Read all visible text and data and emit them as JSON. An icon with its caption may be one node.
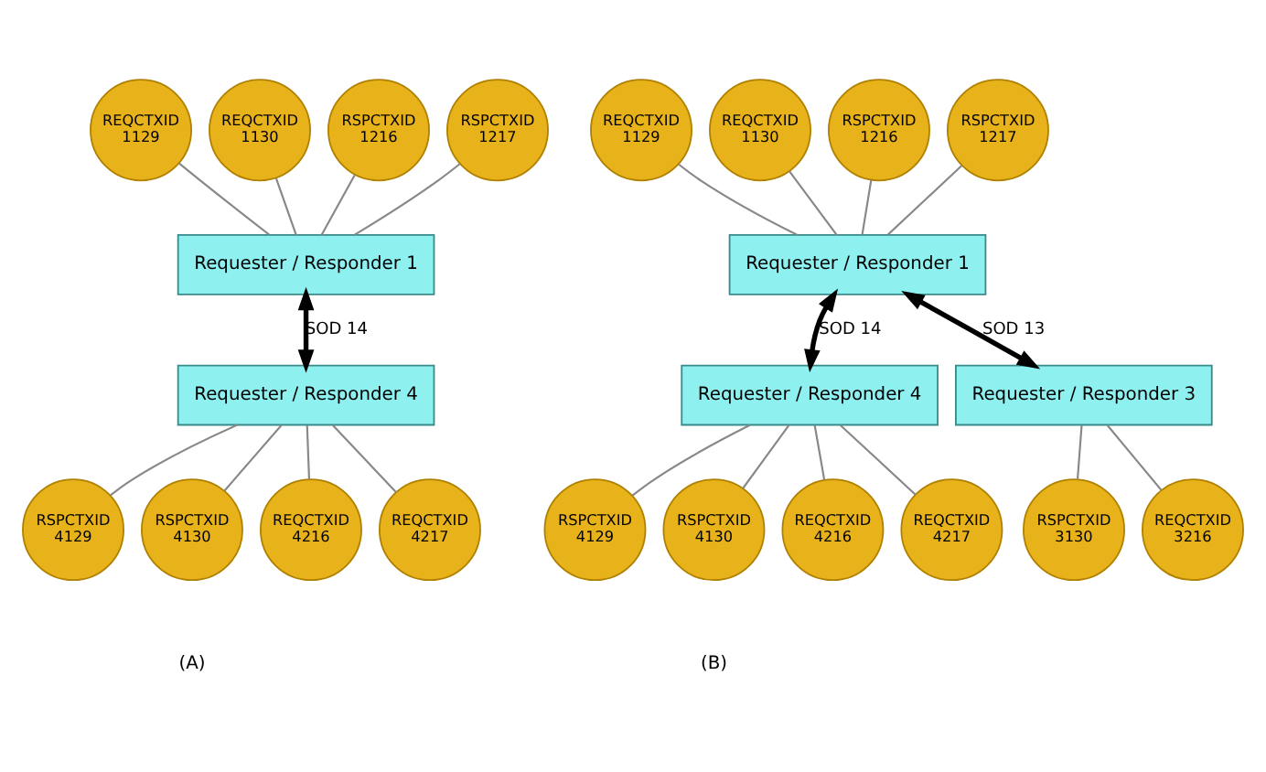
{
  "diagram": {
    "nodes": [
      {
        "text": [
          "REQCTXID",
          "1129"
        ]
      },
      {
        "text": [
          "REQCTXID",
          "1130"
        ]
      },
      {
        "text": [
          "RSPCTXID",
          "1216"
        ]
      },
      {
        "text": [
          "RSPCTXID",
          "1217"
        ]
      },
      {
        "text": [
          "Requester / Responder 1"
        ]
      },
      {
        "text": [
          "Requester / Responder 4"
        ]
      },
      {
        "text": [
          "RSPCTXID",
          "4129"
        ]
      },
      {
        "text": [
          "RSPCTXID",
          "4130"
        ]
      },
      {
        "text": [
          "REQCTXID",
          "4216"
        ]
      },
      {
        "text": [
          "REQCTXID",
          "4217"
        ]
      },
      {
        "text": [
          "REQCTXID",
          "1129"
        ]
      },
      {
        "text": [
          "REQCTXID",
          "1130"
        ]
      },
      {
        "text": [
          "RSPCTXID",
          "1216"
        ]
      },
      {
        "text": [
          "RSPCTXID",
          "1217"
        ]
      },
      {
        "text": [
          "Requester / Responder 1"
        ]
      },
      {
        "text": [
          "Requester / Responder 4"
        ]
      },
      {
        "text": [
          "Requester / Responder 3"
        ]
      },
      {
        "text": [
          "RSPCTXID",
          "4129"
        ]
      },
      {
        "text": [
          "RSPCTXID",
          "4130"
        ]
      },
      {
        "text": [
          "REQCTXID",
          "4216"
        ]
      },
      {
        "text": [
          "REQCTXID",
          "4217"
        ]
      },
      {
        "text": [
          "RSPCTXID",
          "3130"
        ]
      },
      {
        "text": [
          "REQCTXID",
          "3216"
        ]
      }
    ],
    "edges": [
      {
        "from": 0,
        "to": 4,
        "arrow": "none"
      },
      {
        "from": 1,
        "to": 4,
        "arrow": "none"
      },
      {
        "from": 2,
        "to": 4,
        "arrow": "none"
      },
      {
        "from": 3,
        "to": 4,
        "arrow": "none"
      },
      {
        "from": 4,
        "to": 5,
        "arrow": "both",
        "label": "SOD 14",
        "style": "thick",
        "color": "#000000"
      },
      {
        "from": 5,
        "to": 6,
        "arrow": "none"
      },
      {
        "from": 5,
        "to": 7,
        "arrow": "none"
      },
      {
        "from": 5,
        "to": 8,
        "arrow": "none"
      },
      {
        "from": 5,
        "to": 9,
        "arrow": "none"
      },
      {
        "from": 10,
        "to": 14,
        "arrow": "none"
      },
      {
        "from": 11,
        "to": 14,
        "arrow": "none"
      },
      {
        "from": 12,
        "to": 14,
        "arrow": "none"
      },
      {
        "from": 13,
        "to": 14,
        "arrow": "none"
      },
      {
        "from": 14,
        "to": 15,
        "arrow": "both",
        "label": "SOD 14",
        "style": "thick",
        "color": "#000000"
      },
      {
        "from": 14,
        "to": 16,
        "arrow": "both",
        "label": "SOD 13",
        "style": "thick",
        "color": "#000000"
      },
      {
        "from": 15,
        "to": 17,
        "arrow": "none"
      },
      {
        "from": 15,
        "to": 18,
        "arrow": "none"
      },
      {
        "from": 15,
        "to": 19,
        "arrow": "none"
      },
      {
        "from": 15,
        "to": 20,
        "arrow": "none"
      },
      {
        "from": 16,
        "to": 21,
        "arrow": "none"
      },
      {
        "from": 16,
        "to": 22,
        "arrow": "none"
      }
    ],
    "labels": [
      "(A)",
      "(B)"
    ]
  }
}
